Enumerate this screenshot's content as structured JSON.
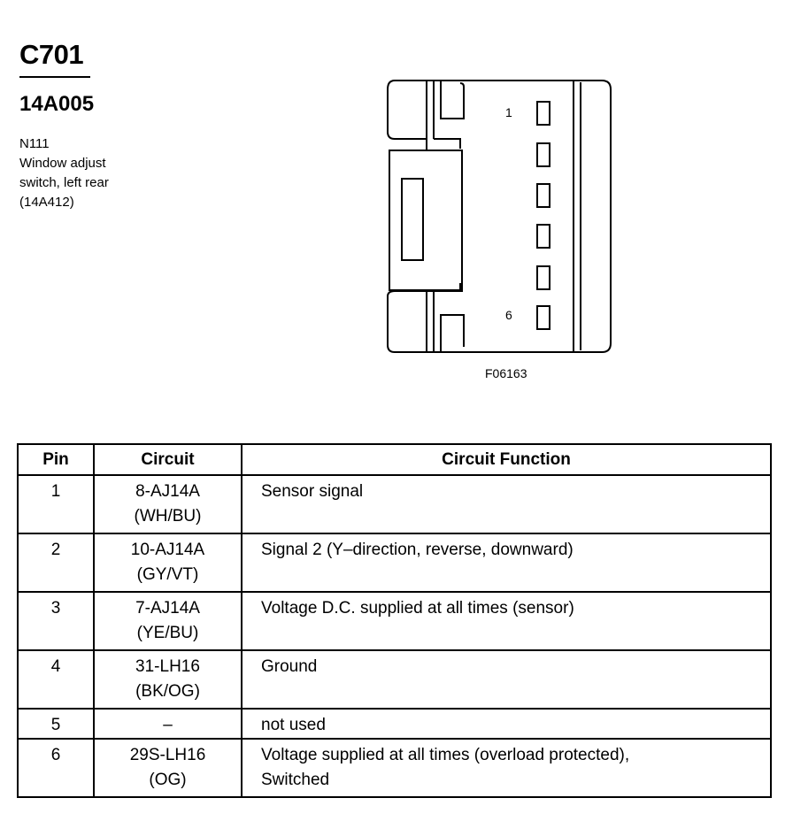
{
  "header": {
    "connector_id": "C701",
    "part_number": "14A005",
    "description_lines": [
      "N111",
      "Window adjust",
      "switch, left rear",
      "(14A412)"
    ]
  },
  "diagram": {
    "pin_labels": [
      "1",
      "6"
    ],
    "figure_code": "F06163"
  },
  "table": {
    "headers": [
      "Pin",
      "Circuit",
      "Circuit Function"
    ],
    "rows": [
      {
        "pin": "1",
        "circuit": [
          "8-AJ14A",
          "(WH/BU)"
        ],
        "function": [
          "Sensor signal"
        ]
      },
      {
        "pin": "2",
        "circuit": [
          "10-AJ14A",
          "(GY/VT)"
        ],
        "function": [
          "Signal 2 (Y–direction, reverse, downward)"
        ]
      },
      {
        "pin": "3",
        "circuit": [
          "7-AJ14A",
          "(YE/BU)"
        ],
        "function": [
          "Voltage D.C. supplied at all times (sensor)"
        ]
      },
      {
        "pin": "4",
        "circuit": [
          "31-LH16",
          "(BK/OG)"
        ],
        "function": [
          "Ground"
        ]
      },
      {
        "pin": "5",
        "circuit": [
          "–"
        ],
        "function": [
          "not used"
        ]
      },
      {
        "pin": "6",
        "circuit": [
          "29S-LH16",
          "(OG)"
        ],
        "function": [
          "Voltage supplied at all times (overload protected),",
          "Switched"
        ]
      }
    ]
  }
}
